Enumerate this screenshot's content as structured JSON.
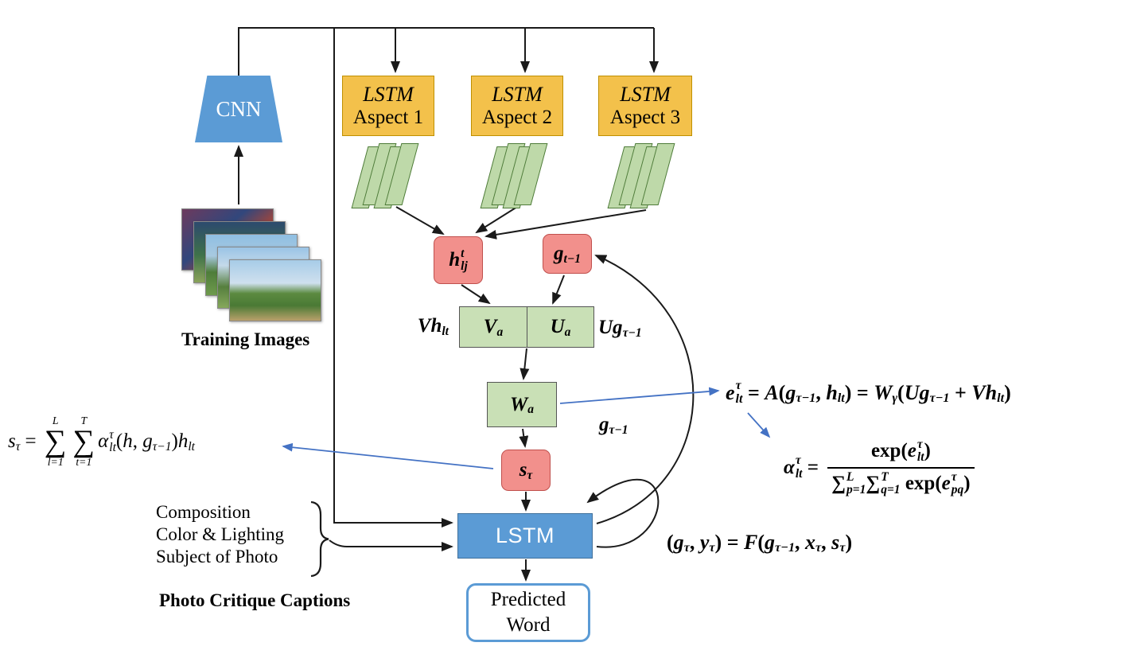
{
  "colors": {
    "node_blue": "#5B9BD5",
    "node_yellow": "#F3C14B",
    "node_green": "#C9E0B6",
    "node_red": "#F2908C",
    "arrow_black": "#1a1a1a",
    "arrow_blue": "#4472C4"
  },
  "nodes": {
    "cnn": {
      "label": "CNN"
    },
    "aspects": [
      {
        "line1": "LSTM",
        "line2": "Aspect 1"
      },
      {
        "line1": "LSTM",
        "line2": "Aspect 2"
      },
      {
        "line1": "LSTM",
        "line2": "Aspect 3"
      }
    ],
    "h": [
      {
        "k": "v",
        "v": "h",
        "sup": "t",
        "sub": "lj"
      }
    ],
    "g_prev": [
      {
        "k": "v",
        "v": "g",
        "sub": "t−1"
      }
    ],
    "va": [
      {
        "k": "v",
        "v": "V",
        "sub": "a"
      }
    ],
    "ua": [
      {
        "k": "v",
        "v": "U",
        "sub": "a"
      }
    ],
    "wa": [
      {
        "k": "v",
        "v": "W",
        "sub": "a"
      }
    ],
    "s": [
      {
        "k": "v",
        "v": "s",
        "sub": "τ"
      }
    ],
    "lstm": {
      "label": "LSTM"
    },
    "predicted": {
      "line1": "Predicted",
      "line2": "Word"
    }
  },
  "labels": {
    "training_images": "Training Images",
    "photo_critique": "Photo Critique Captions",
    "captions": [
      "Composition",
      "Color & Lighting",
      "Subject of Photo"
    ],
    "vh": [
      {
        "k": "v",
        "v": "Vh",
        "sub": "lt"
      }
    ],
    "ug": [
      {
        "k": "v",
        "v": "Ug",
        "sub": "τ−1"
      }
    ],
    "g_loop": [
      {
        "k": "v",
        "v": "g",
        "sub": "τ−1"
      }
    ]
  },
  "formulas": {
    "s_tau": [
      {
        "k": "v",
        "v": "s",
        "sub": "τ"
      },
      {
        "k": "t",
        "v": " = "
      },
      {
        "k": "op",
        "v": "∑",
        "above": "L",
        "below": "l=1"
      },
      {
        "k": "op",
        "v": "∑",
        "above": "T",
        "below": "t=1"
      },
      {
        "k": "v",
        "v": "α",
        "sup": "τ",
        "sub": "lt"
      },
      {
        "k": "t",
        "v": "("
      },
      {
        "k": "v",
        "v": "h"
      },
      {
        "k": "t",
        "v": ", "
      },
      {
        "k": "v",
        "v": "g",
        "sub": "τ−1"
      },
      {
        "k": "t",
        "v": ")"
      },
      {
        "k": "v",
        "v": "h",
        "sub": "lt"
      }
    ],
    "e": [
      {
        "k": "v",
        "v": "e",
        "sup": "τ",
        "sub": "lt"
      },
      {
        "k": "t",
        "v": " = "
      },
      {
        "k": "v",
        "v": "A"
      },
      {
        "k": "t",
        "v": "("
      },
      {
        "k": "v",
        "v": "g",
        "sub": "τ−1"
      },
      {
        "k": "t",
        "v": ", "
      },
      {
        "k": "v",
        "v": "h",
        "sub": "lt"
      },
      {
        "k": "t",
        "v": ") = "
      },
      {
        "k": "v",
        "v": "W",
        "sub": "γ"
      },
      {
        "k": "t",
        "v": "("
      },
      {
        "k": "v",
        "v": "Ug",
        "sub": "τ−1"
      },
      {
        "k": "t",
        "v": " + "
      },
      {
        "k": "v",
        "v": "Vh",
        "sub": "lt"
      },
      {
        "k": "t",
        "v": ")"
      }
    ],
    "alpha": [
      {
        "k": "v",
        "v": "α",
        "sup": "τ",
        "sub": "lt"
      },
      {
        "k": "t",
        "v": " = "
      },
      {
        "k": "frac",
        "num": [
          {
            "k": "t",
            "v": "exp("
          },
          {
            "k": "v",
            "v": "e",
            "sup": "τ",
            "sub": "lt"
          },
          {
            "k": "t",
            "v": ")"
          }
        ],
        "den": [
          {
            "k": "t",
            "v": "∑",
            "sup": "L",
            "sub": "p=1"
          },
          {
            "k": "t",
            "v": "∑",
            "sup": "T",
            "sub": "q=1"
          },
          {
            "k": "t",
            "v": " exp("
          },
          {
            "k": "v",
            "v": "e",
            "sup": "τ",
            "sub": "pq"
          },
          {
            "k": "t",
            "v": ")"
          }
        ]
      }
    ],
    "gy": [
      {
        "k": "t",
        "v": "("
      },
      {
        "k": "v",
        "v": "g",
        "sub": "τ"
      },
      {
        "k": "t",
        "v": ", "
      },
      {
        "k": "v",
        "v": "y",
        "sub": "τ"
      },
      {
        "k": "t",
        "v": ") = "
      },
      {
        "k": "v",
        "v": "F"
      },
      {
        "k": "t",
        "v": "("
      },
      {
        "k": "v",
        "v": "g",
        "sub": "τ−1"
      },
      {
        "k": "t",
        "v": ", "
      },
      {
        "k": "v",
        "v": "x",
        "sub": "τ"
      },
      {
        "k": "t",
        "v": ", "
      },
      {
        "k": "v",
        "v": "s",
        "sub": "τ"
      },
      {
        "k": "t",
        "v": ")"
      }
    ]
  }
}
